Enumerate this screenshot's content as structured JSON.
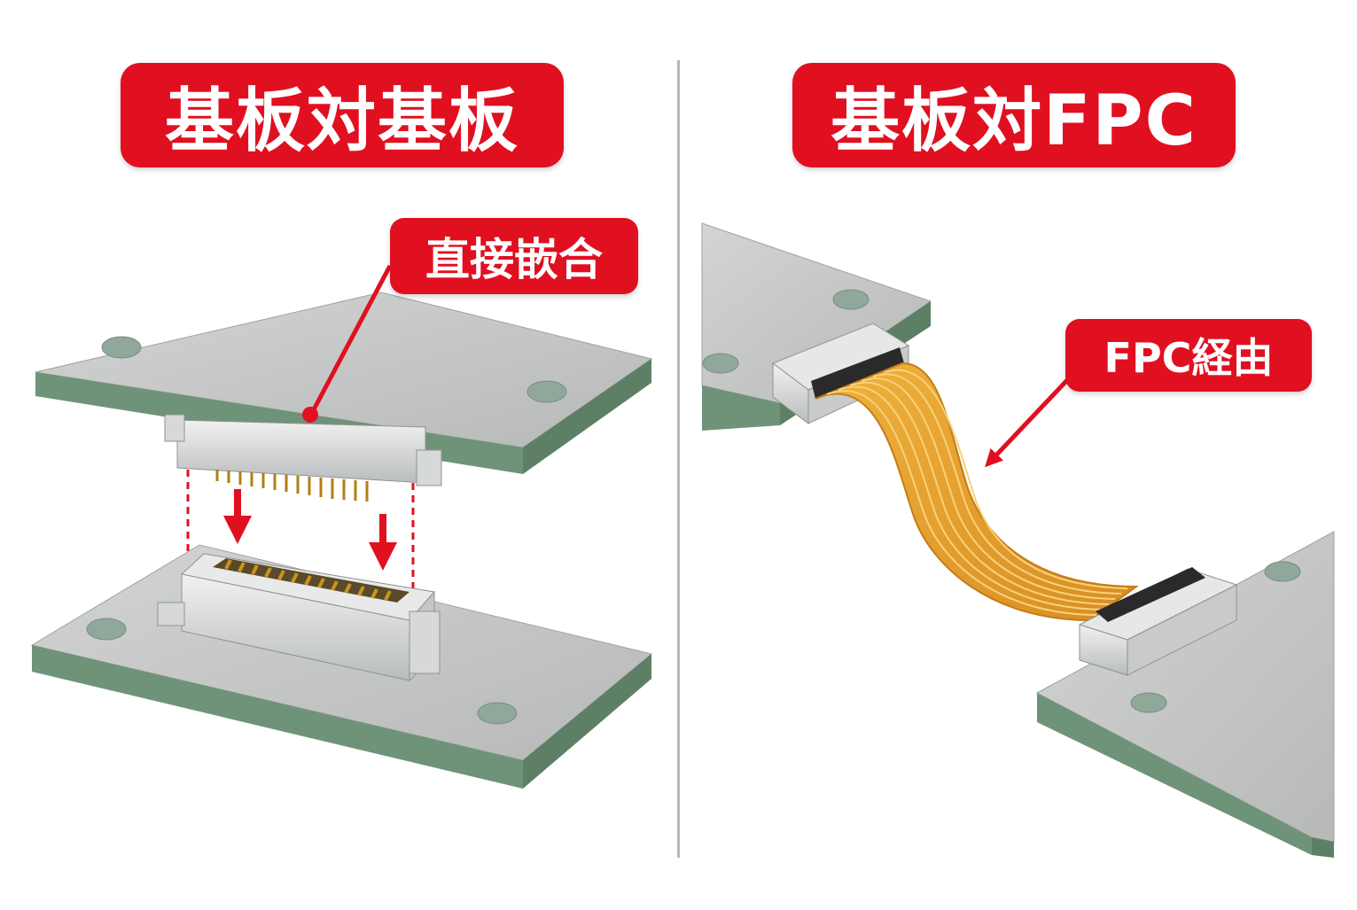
{
  "left_panel": {
    "title": "基板対基板",
    "callout": "直接嵌合"
  },
  "right_panel": {
    "title": "基板対FPC",
    "callout": "FPC経由"
  },
  "colors": {
    "accent_red": "#e01020",
    "board_top": "#c4c6c5",
    "board_edge": "#6f9378",
    "fpc_orange": "#e5a032",
    "divider": "#b8b8b8"
  }
}
